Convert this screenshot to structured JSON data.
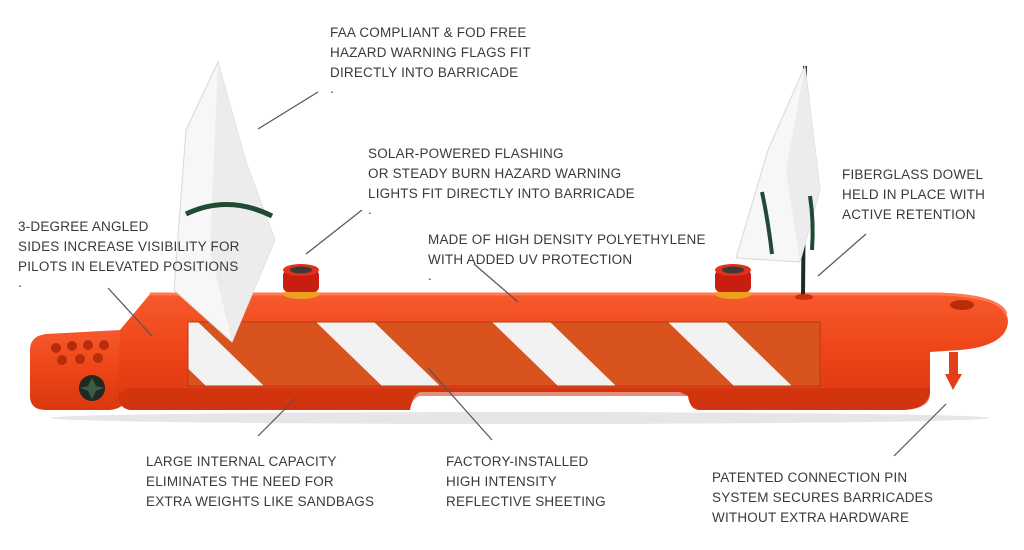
{
  "colors": {
    "barricade": "#f0451c",
    "barricade_dark": "#c8300d",
    "stripe_orange": "#d9531f",
    "stripe_white": "#f2f2f2",
    "flag": "#f7f7f7",
    "flag_band": "#1f4a33",
    "text": "#3a3a3a",
    "leader": "#555555"
  },
  "callouts": [
    {
      "id": "flags",
      "lines": [
        "FAA COMPLIANT & FOD FREE",
        "HAZARD WARNING FLAGS FIT",
        "DIRECTLY INTO BARRICADE",
        "."
      ]
    },
    {
      "id": "lights",
      "lines": [
        "SOLAR-POWERED FLASHING",
        "OR STEADY BURN HAZARD WARNING",
        "LIGHTS FIT DIRECTLY INTO BARRICADE",
        "."
      ]
    },
    {
      "id": "dowel",
      "lines": [
        "FIBERGLASS DOWEL",
        "HELD IN PLACE WITH",
        "ACTIVE RETENTION"
      ]
    },
    {
      "id": "angled",
      "lines": [
        "3-DEGREE ANGLED",
        "SIDES INCREASE VISIBILITY FOR",
        "PILOTS IN ELEVATED POSITIONS",
        "."
      ]
    },
    {
      "id": "material",
      "lines": [
        "MADE OF HIGH DENSITY POLYETHYLENE",
        "WITH ADDED UV PROTECTION",
        "."
      ]
    },
    {
      "id": "capacity",
      "lines": [
        "LARGE INTERNAL CAPACITY",
        "ELIMINATES THE NEED FOR",
        "EXTRA WEIGHTS LIKE SANDBAGS"
      ]
    },
    {
      "id": "sheeting",
      "lines": [
        "FACTORY-INSTALLED",
        "HIGH INTENSITY",
        "REFLECTIVE SHEETING"
      ]
    },
    {
      "id": "pin",
      "lines": [
        "PATENTED CONNECTION PIN",
        "SYSTEM SECURES BARRICADES",
        "WITHOUT EXTRA HARDWARE"
      ]
    }
  ]
}
